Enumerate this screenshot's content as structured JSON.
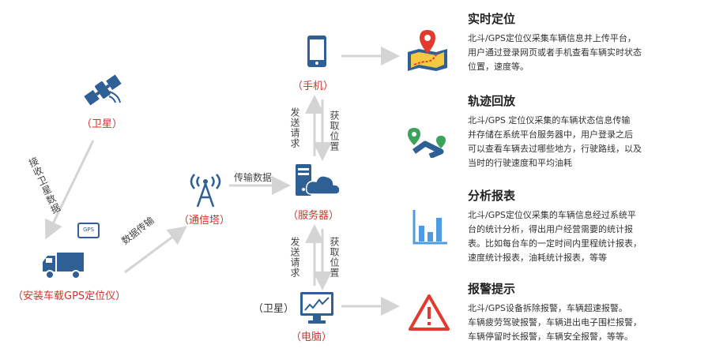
{
  "nodes": {
    "satellite": "（卫星）",
    "vehicle": "（安装车载GPS定位仪）",
    "tower": "（通信塔）",
    "phone": "（手机）",
    "server": "（服务器）",
    "pc_prefix": "（卫星）",
    "pc": "（电脑）",
    "device_badge": "GPS"
  },
  "edges": {
    "receive_satellite": "接收卫星数据",
    "data_transfer": "数据传输",
    "transmit_data": "传输数据",
    "send_request_top": "发送请求",
    "get_position_top": "获取位置",
    "send_request_bottom": "发送请求",
    "get_position_bottom": "获取位置"
  },
  "features": [
    {
      "title": "实时定位",
      "lines": [
        "北斗/GPS定位仪采集车辆信息并上传平台，",
        "用户通过登录网页或者手机查看车辆实时状态",
        "位置，速度等。"
      ],
      "icon": "map-pin-icon"
    },
    {
      "title": "轨迹回放",
      "lines": [
        "北斗/GPS  定位仪采集的车辆状态信息传输",
        "并存储在系统平台服务器中，用户登录之后",
        "可以查看车辆去过哪些地方，行驶路线，以及",
        "当时的行驶速度和平均油耗"
      ],
      "icon": "route-icon"
    },
    {
      "title": "分析报表",
      "lines": [
        "北斗/GPS定位仪采集的车辆信息经过系统平",
        "台的统计分析，得出用户经营需要的统计报",
        "表。比如每台车的一定时间内里程统计报表，",
        "速度统计报表，油耗统计报表，等等"
      ],
      "icon": "bar-chart-icon"
    },
    {
      "title": "报警提示",
      "lines": [
        "北斗/GPS设备拆除报警，车辆超速报警。",
        "车辆疲劳驾驶报警，车辆进出电子围栏报警，",
        "车辆停留时长报警，车辆安全报警，等等。"
      ],
      "icon": "warning-icon"
    }
  ],
  "colors": {
    "icon_blue": "#2e5f95",
    "label_red": "#d6322b",
    "arrow_gray": "#d4d4d4",
    "report_blue": "#4f9be0",
    "pin_red": "#e23a2e",
    "route_green": "#3aa55a"
  }
}
